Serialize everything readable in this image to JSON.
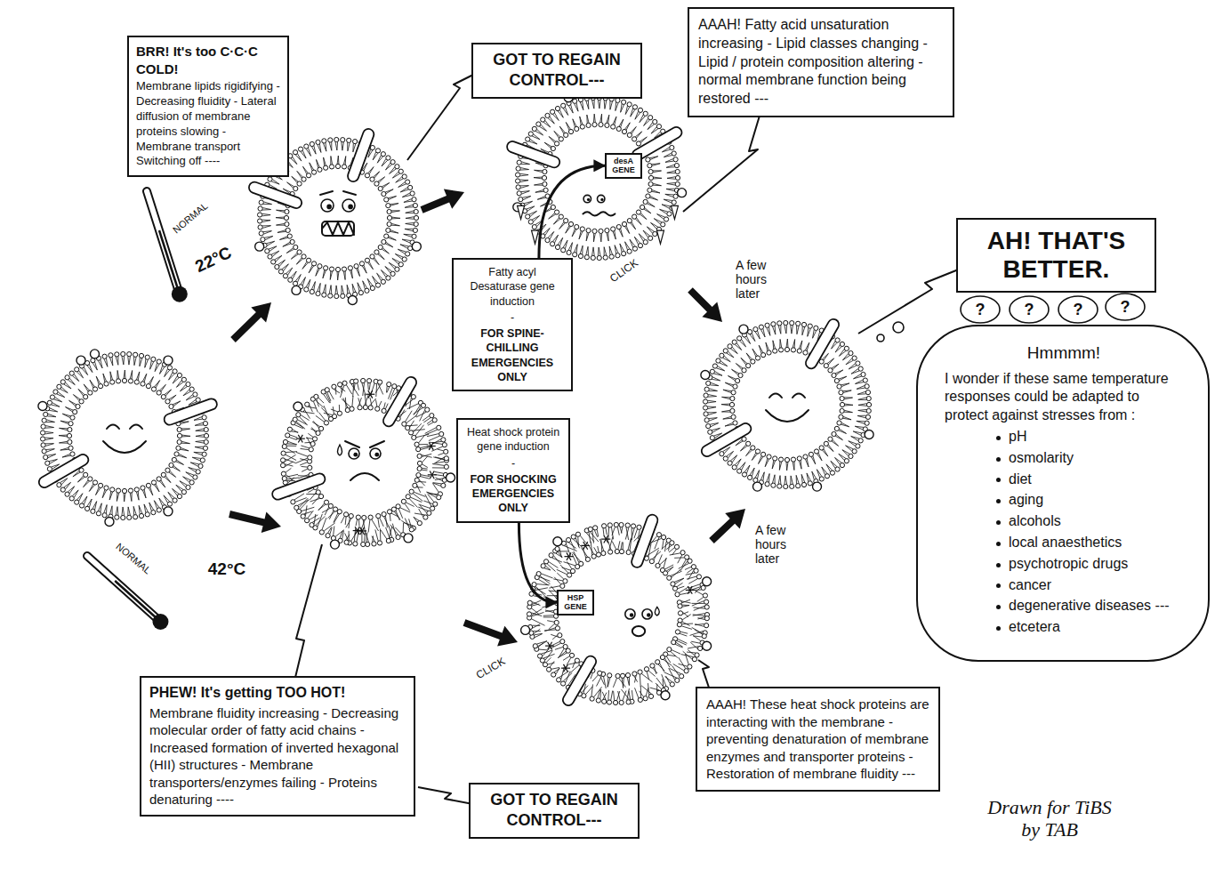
{
  "diagram": {
    "nodes": [
      {
        "text": [
          "BRR! It's too C·C·C COLD!",
          "Membrane lipids rigidifying - Decreasing fluidity - Lateral diffusion of membrane proteins slowing - Membrane transport Switching off ----"
        ]
      },
      {
        "text": [
          "GOT TO REGAIN CONTROL---"
        ]
      },
      {
        "text": [
          "AAAH! Fatty acid unsaturation increasing - Lipid classes changing - Lipid / protein composition altering - normal membrane function being restored ---"
        ]
      },
      {
        "text": [
          "desA GENE"
        ]
      },
      {
        "text": [
          "Fatty acyl Desaturase gene induction",
          "-",
          "FOR SPINE-CHILLING EMERGENCIES ONLY"
        ]
      },
      {
        "text": [
          "AH! THAT'S BETTER."
        ]
      },
      {
        "text": [
          "Hmmmm!",
          "I wonder if these same temperature responses could be adapted to protect against stresses from :",
          "pH",
          "osmolarity",
          "diet",
          "aging",
          "alcohols",
          "local anaesthetics",
          "psychotropic drugs",
          "cancer",
          "degenerative diseases ---",
          "etcetera"
        ]
      },
      {
        "text": [
          "Heat shock protein gene induction",
          "-",
          "FOR SHOCKING EMERGENCIES ONLY"
        ]
      },
      {
        "text": [
          "HSP GENE"
        ]
      },
      {
        "text": [
          "PHEW! It's getting TOO HOT!",
          "Membrane fluidity increasing - Decreasing molecular order of fatty acid chains - Increased formation of inverted hexagonal (HII) structures - Membrane transporters/enzymes failing - Proteins denaturing ----"
        ]
      },
      {
        "text": [
          "GOT TO REGAIN CONTROL---"
        ]
      },
      {
        "text": [
          "AAAH! These heat shock proteins are interacting with the membrane - preventing denaturation of membrane enzymes and transporter proteins - Restoration of membrane fluidity ---"
        ]
      }
    ],
    "edges": [
      {
        "from": 4,
        "to": 3,
        "arrow": "to"
      },
      {
        "from": 7,
        "to": 8,
        "arrow": "to"
      }
    ],
    "labels": [
      "NORMAL",
      "22°C",
      "NORMAL",
      "42°C",
      "CLICK",
      "A few hours later",
      "?",
      "?",
      "?",
      "?",
      "CLICK",
      "A few hours later",
      "Drawn for TiBS by TAB"
    ]
  }
}
